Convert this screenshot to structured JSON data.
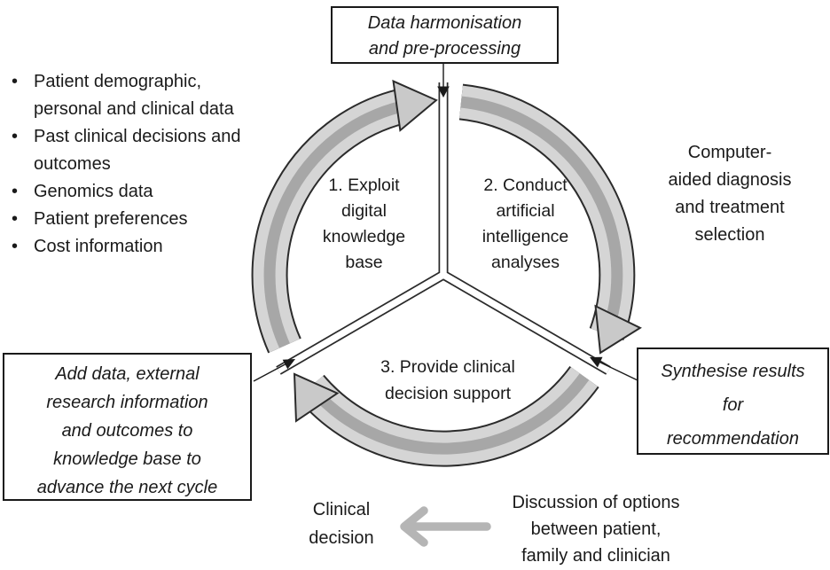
{
  "colors": {
    "ring_outline": "#2b2b2b",
    "ring_base": "#d5d5d5",
    "ring_core": "#a7a7a7",
    "arrowhead_fill": "#c9c9c9",
    "connector": "#1a1a1a",
    "flow_arrow": "#b5b5b5",
    "text": "#1a1a1a"
  },
  "input_list": {
    "items": [
      {
        "lines": [
          "Patient demographic,",
          "personal and clinical data"
        ]
      },
      {
        "lines": [
          "Past clinical decisions and",
          "outcomes"
        ]
      },
      {
        "lines": [
          "Genomics data"
        ]
      },
      {
        "lines": [
          "Patient preferences"
        ]
      },
      {
        "lines": [
          "Cost information"
        ]
      }
    ]
  },
  "top_box": {
    "lines": [
      "Data harmonisation",
      "and pre-processing"
    ]
  },
  "right_label": {
    "lines": [
      "Computer-",
      "aided diagnosis",
      "and treatment",
      "selection"
    ]
  },
  "right_box": {
    "lines": [
      "Synthesise results",
      "for",
      "recommendation"
    ]
  },
  "left_box": {
    "lines": [
      "Add data, external",
      "research information",
      "and outcomes to",
      "knowledge base to",
      "advance the next cycle"
    ]
  },
  "cycle": {
    "steps": [
      {
        "lines": [
          "1. Exploit",
          "digital",
          "knowledge",
          "base"
        ]
      },
      {
        "lines": [
          "2. Conduct",
          "artificial",
          "intelligence",
          "analyses"
        ]
      },
      {
        "lines": [
          "3. Provide clinical",
          "decision support"
        ]
      }
    ]
  },
  "clinical_decision": {
    "lines": [
      "Clinical",
      "decision"
    ]
  },
  "discussion": {
    "lines": [
      "Discussion of options",
      "between patient,",
      "family and clinician"
    ]
  }
}
